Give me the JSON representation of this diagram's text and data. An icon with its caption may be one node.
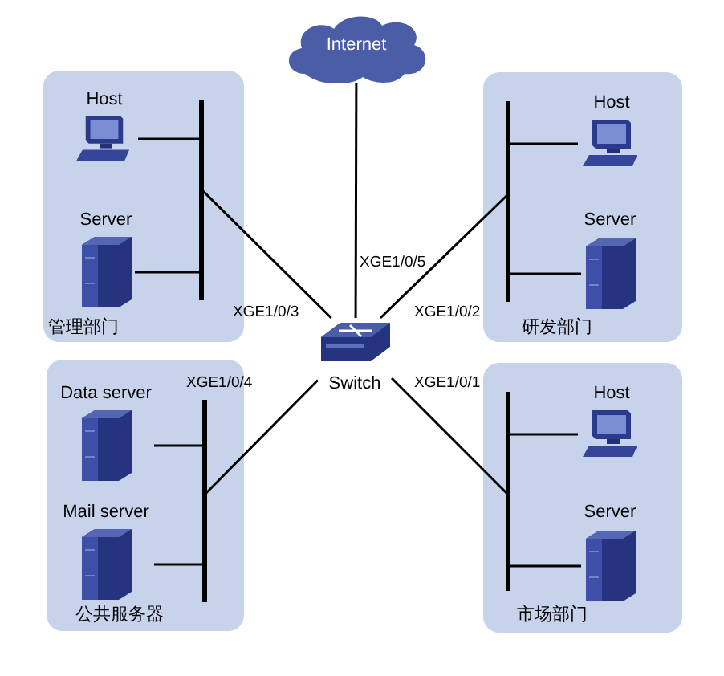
{
  "diagram": {
    "nodes": [
      {
        "text": [
          "Internet"
        ]
      },
      {
        "text": [
          "Switch"
        ]
      },
      {
        "text": [
          "管理部门"
        ]
      },
      {
        "text": [],
        "shape": "bar",
        "in": 2
      },
      {
        "text": [
          "Host"
        ],
        "in": 2
      },
      {
        "text": [
          "Server"
        ],
        "in": 2
      },
      {
        "text": [
          "研发部门"
        ]
      },
      {
        "text": [],
        "shape": "bar",
        "in": 6
      },
      {
        "text": [
          "Host"
        ],
        "in": 6
      },
      {
        "text": [
          "Server"
        ],
        "in": 6
      },
      {
        "text": [
          "公共服务器"
        ]
      },
      {
        "text": [],
        "shape": "bar",
        "in": 10
      },
      {
        "text": [
          "Data server"
        ],
        "in": 10
      },
      {
        "text": [
          "Mail server"
        ],
        "in": 10
      },
      {
        "text": [
          "市场部门"
        ]
      },
      {
        "text": [],
        "shape": "bar",
        "in": 14
      },
      {
        "text": [
          "Host"
        ],
        "in": 14
      },
      {
        "text": [
          "Server"
        ],
        "in": 14
      }
    ],
    "edges": [
      {
        "from": 0,
        "to": 1,
        "arrow": "none",
        "label": "XGE1/0/5"
      },
      {
        "from": 1,
        "to": 3,
        "arrow": "none",
        "label": "XGE1/0/3"
      },
      {
        "from": 1,
        "to": 7,
        "arrow": "none",
        "label": "XGE1/0/2"
      },
      {
        "from": 1,
        "to": 11,
        "arrow": "none",
        "label": "XGE1/0/4"
      },
      {
        "from": 1,
        "to": 15,
        "arrow": "none",
        "label": "XGE1/0/1"
      },
      {
        "from": 4,
        "to": 3,
        "arrow": "none"
      },
      {
        "from": 5,
        "to": 3,
        "arrow": "none"
      },
      {
        "from": 8,
        "to": 7,
        "arrow": "none"
      },
      {
        "from": 9,
        "to": 7,
        "arrow": "none"
      },
      {
        "from": 12,
        "to": 11,
        "arrow": "none"
      },
      {
        "from": 13,
        "to": 11,
        "arrow": "none"
      },
      {
        "from": 16,
        "to": 15,
        "arrow": "none"
      },
      {
        "from": 17,
        "to": 15,
        "arrow": "none"
      }
    ]
  }
}
